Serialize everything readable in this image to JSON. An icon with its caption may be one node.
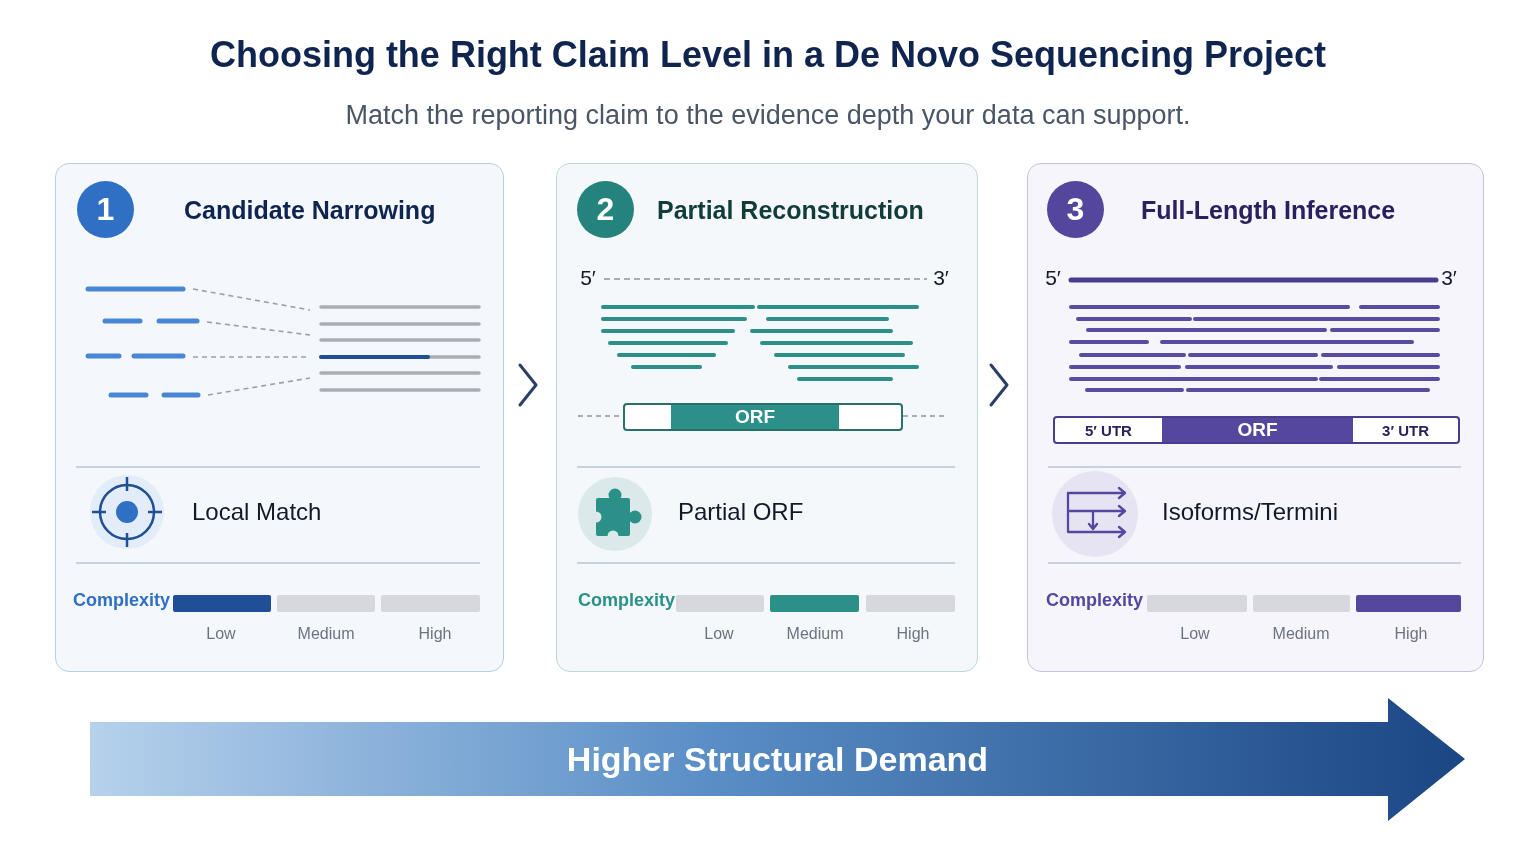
{
  "diagram": {
    "title": "Choosing the Right Claim Level in a De Novo Sequencing Project",
    "nodes": [
      {
        "text": [
          "Candidate Narrowing"
        ]
      },
      {
        "text": [
          "1"
        ],
        "in": 0
      },
      {
        "text": [
          "Partial Reconstruction"
        ]
      },
      {
        "text": [
          "2"
        ],
        "in": 2
      },
      {
        "text": [
          "Full-Length Inference"
        ]
      },
      {
        "text": [
          "3"
        ],
        "in": 4
      },
      {
        "text": [
          "ORF"
        ],
        "in": 2
      },
      {
        "text": [
          "5′ UTR",
          "ORF",
          "3′ UTR"
        ],
        "in": 4
      },
      {
        "text": [
          "Higher Structural Demand"
        ]
      }
    ],
    "edges": [
      {
        "from": 0,
        "to": 2,
        "arrow": "to"
      },
      {
        "from": 2,
        "to": 4,
        "arrow": "to"
      }
    ],
    "labels": [
      "Match the reporting claim to the evidence depth your data can support.",
      "Local Match",
      "Complexity",
      "Low",
      "Medium",
      "High",
      "5′",
      "3′",
      "Partial ORF",
      "Complexity",
      "Low",
      "Medium",
      "High",
      "5′",
      "3′",
      "Isoforms/Termini",
      "Complexity",
      "Low",
      "Medium",
      "High"
    ]
  }
}
